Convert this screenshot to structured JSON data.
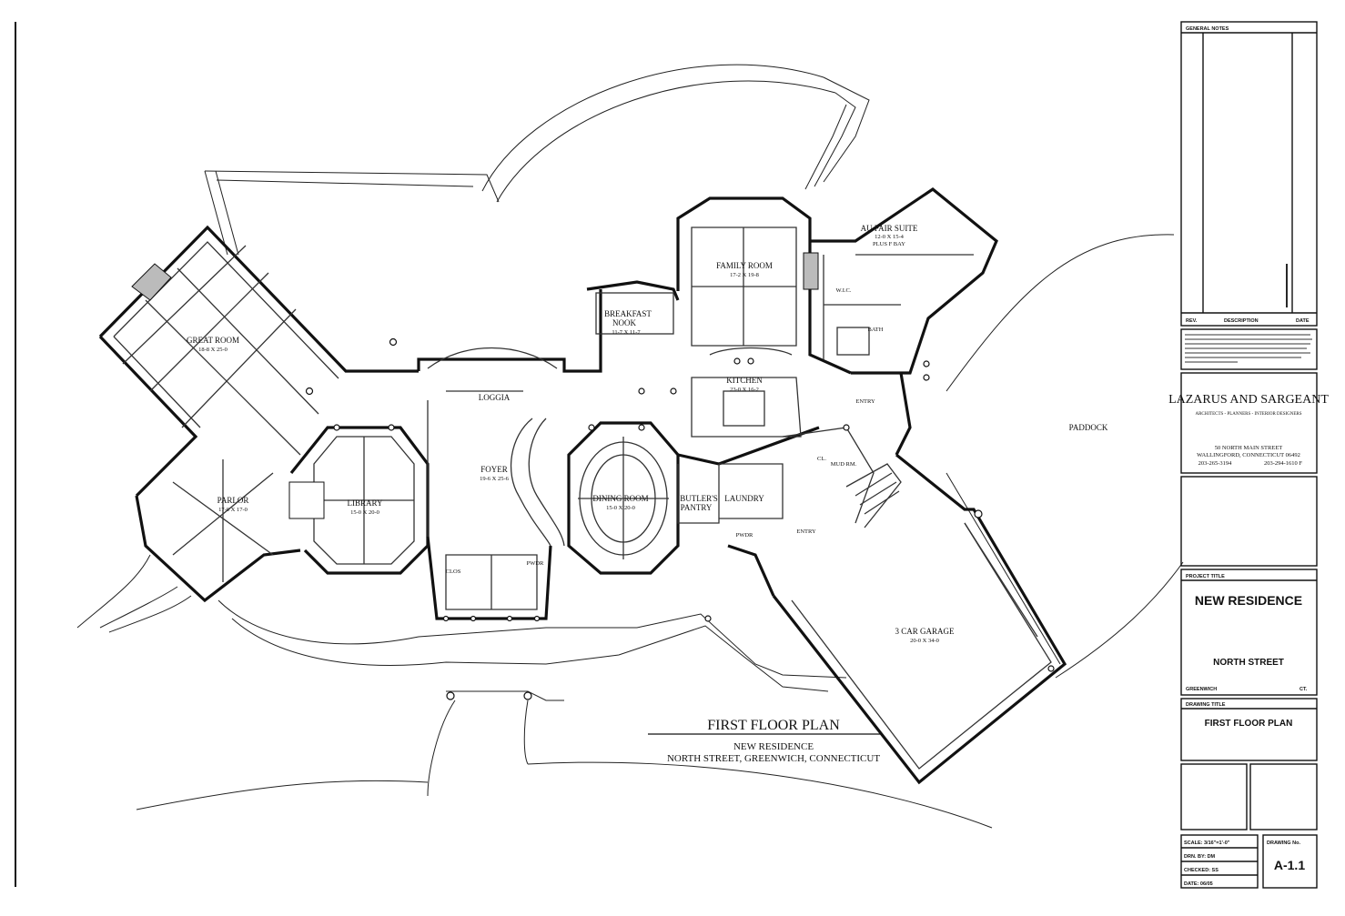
{
  "drawing": {
    "title": "FIRST FLOOR PLAN",
    "subtitle_1": "NEW RESIDENCE",
    "subtitle_2": "NORTH STREET, GREENWICH, CONNECTICUT"
  },
  "rooms": {
    "great_room": {
      "name": "GREAT ROOM",
      "dim": "18-8 X 25-0"
    },
    "parlor": {
      "name": "PARLOR",
      "dim": "17-0 X 17-0"
    },
    "library": {
      "name": "LIBRARY",
      "dim": "15-0 X 20-0"
    },
    "loggia": {
      "name": "LOGGIA"
    },
    "foyer": {
      "name": "FOYER",
      "dim": "19-6 X 25-6"
    },
    "dining_room": {
      "name": "DINING ROOM",
      "dim": "15-0 X 20-0"
    },
    "breakfast_nook": {
      "name_1": "BREAKFAST",
      "name_2": "NOOK",
      "dim": "11-7 X 11-7"
    },
    "family_room": {
      "name": "FAMILY ROOM",
      "dim": "17-2 X 19-8"
    },
    "kitchen": {
      "name": "KITCHEN",
      "dim": "23-0 X 16-2"
    },
    "au_pair_suite": {
      "name": "AU PAIR SUITE",
      "dim": "12-0 X 15-4",
      "dim_2": "PLUS F BAY"
    },
    "wic": {
      "name": "W.I.C."
    },
    "bath": {
      "name": "BATH"
    },
    "entry_1": {
      "name": "ENTRY"
    },
    "entry_2": {
      "name": "ENTRY"
    },
    "butlers_pantry": {
      "name_1": "BUTLER'S",
      "name_2": "PANTRY"
    },
    "laundry": {
      "name": "LAUNDRY"
    },
    "mud_rm": {
      "name": "MUD RM."
    },
    "cl": {
      "name": "CL."
    },
    "pwdr_1": {
      "name": "PWDR"
    },
    "pwdr_2": {
      "name": "PWDR"
    },
    "clos": {
      "name": "CLOS"
    },
    "garage": {
      "name": "3 CAR GARAGE",
      "dim": "20-0 X 34-0"
    },
    "paddock": {
      "name": "PADDOCK"
    }
  },
  "title_block": {
    "general_notes": "GENERAL NOTES",
    "rev": "REV.",
    "description": "DESCRIPTION",
    "date": "DATE",
    "firm": "LAZARUS AND SARGEANT",
    "firm_sub": "ARCHITECTS - PLANNERS - INTERIOR DESIGNERS",
    "addr_1": "50 NORTH MAIN STREET",
    "addr_2": "WALLINGFORD, CONNECTICUT 06492",
    "phone": "203-265-3194",
    "fax": "203-294-1610 F",
    "project_title_label": "PROJECT TITLE",
    "project_title": "NEW RESIDENCE",
    "project_street": "NORTH STREET",
    "project_town": "GREENWICH",
    "project_state": "CT.",
    "drawing_title_label": "DRAWING TITLE",
    "drawing_title": "FIRST FLOOR PLAN",
    "scale": "SCALE: 3/16\"=1'-0\"",
    "drawn_by": "DRN. BY: DM",
    "checked": "CHECKED: SS",
    "date_val": "DATE: 06/05",
    "drawing_no_label": "DRAWING No.",
    "drawing_no": "A-1.1"
  }
}
